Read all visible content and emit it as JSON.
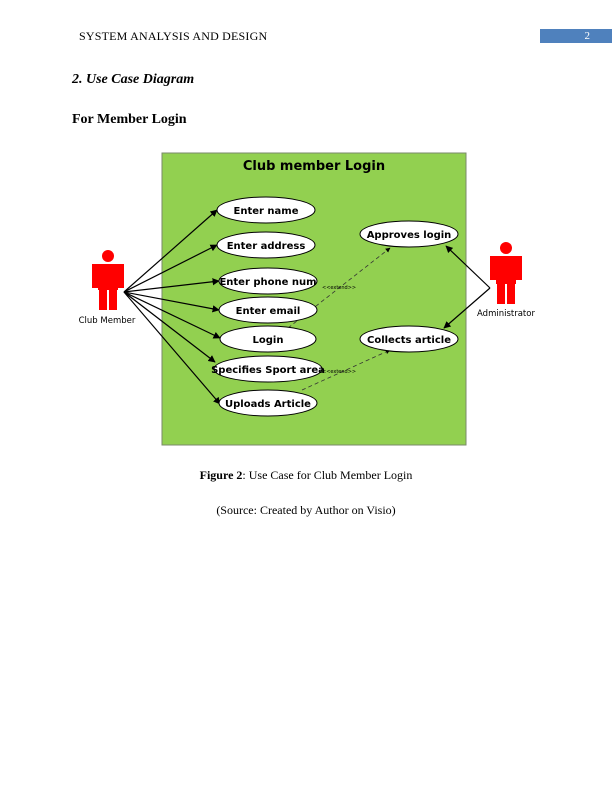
{
  "header": {
    "running_title": "SYSTEM ANALYSIS AND DESIGN",
    "page_number": "2"
  },
  "section_heading": "2. Use Case Diagram",
  "sub_heading": "For Member Login",
  "diagram": {
    "title": "Club member Login",
    "actors": {
      "left": "Club Member",
      "right": "Administrator"
    },
    "use_cases": [
      "Enter name",
      "Enter address",
      "Enter phone num",
      "Enter email",
      "Login",
      "Specifies Sport area",
      "Uploads Article",
      "Approves login",
      "Collects article"
    ],
    "extend_label": "<<extend>>",
    "colors": {
      "system_fill": "#92d050",
      "actor": "#ff0000"
    }
  },
  "caption": {
    "label": "Figure 2",
    "text": ": Use Case for Club Member Login"
  },
  "source": "(Source: Created by Author on Visio)"
}
